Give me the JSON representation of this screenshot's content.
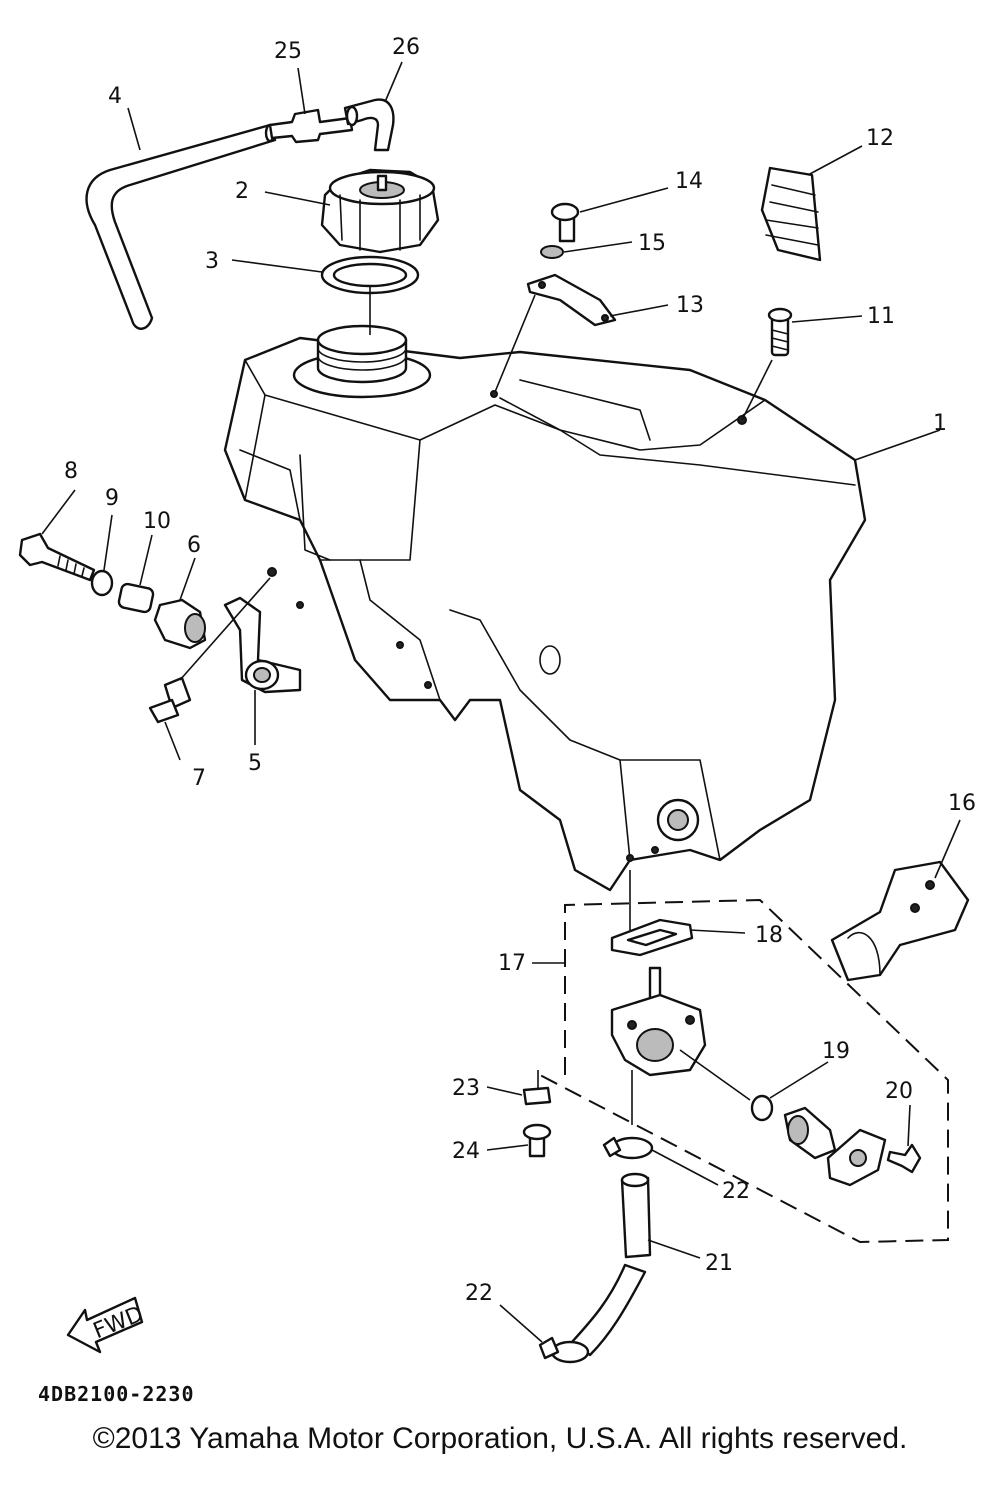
{
  "diagram": {
    "callouts": [
      {
        "id": "1",
        "label": "1"
      },
      {
        "id": "2",
        "label": "2"
      },
      {
        "id": "3",
        "label": "3"
      },
      {
        "id": "4",
        "label": "4"
      },
      {
        "id": "5",
        "label": "5"
      },
      {
        "id": "6",
        "label": "6"
      },
      {
        "id": "7",
        "label": "7"
      },
      {
        "id": "8",
        "label": "8"
      },
      {
        "id": "9",
        "label": "9"
      },
      {
        "id": "10",
        "label": "10"
      },
      {
        "id": "11",
        "label": "11"
      },
      {
        "id": "12",
        "label": "12"
      },
      {
        "id": "13",
        "label": "13"
      },
      {
        "id": "14",
        "label": "14"
      },
      {
        "id": "15",
        "label": "15"
      },
      {
        "id": "16",
        "label": "16"
      },
      {
        "id": "17",
        "label": "17"
      },
      {
        "id": "18",
        "label": "18"
      },
      {
        "id": "19",
        "label": "19"
      },
      {
        "id": "20",
        "label": "20"
      },
      {
        "id": "21",
        "label": "21"
      },
      {
        "id": "22a",
        "label": "22"
      },
      {
        "id": "22b",
        "label": "22"
      },
      {
        "id": "23",
        "label": "23"
      },
      {
        "id": "24",
        "label": "24"
      },
      {
        "id": "25",
        "label": "25"
      },
      {
        "id": "26",
        "label": "26"
      }
    ],
    "fwd_label": "FWD",
    "part_code": "4DB2100-2230"
  },
  "footer": {
    "copyright": "©2013 Yamaha Motor Corporation, U.S.A. All rights reserved."
  }
}
